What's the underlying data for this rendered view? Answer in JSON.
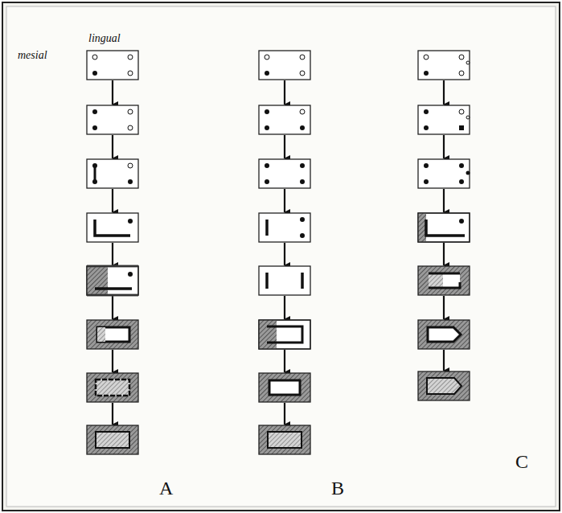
{
  "diagram": {
    "labels": [
      "lingual",
      "mesial",
      "A",
      "B",
      "C"
    ]
  }
}
